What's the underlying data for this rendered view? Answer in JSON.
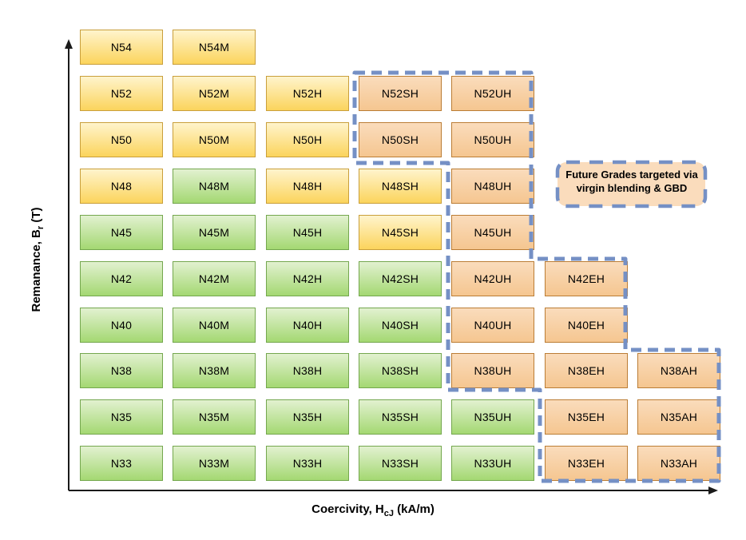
{
  "colors": {
    "yellow_top": "#FFF4CC",
    "yellow_bottom": "#FBD45C",
    "yellow_border": "#C99F3B",
    "green_top": "#E2F1D0",
    "green_bottom": "#A4D872",
    "green_border": "#74A74E",
    "future_top": "#FADCBC",
    "future_bottom": "#F5C690",
    "future_border": "#BB7D35",
    "dash_blue": "#7590C5",
    "axis_black": "#1A1A1A"
  },
  "axes": {
    "x_label_prefix": "Coercivity, H",
    "x_label_sub": "cJ",
    "x_label_suffix": " (kA/m)",
    "y_label_prefix": "Remanance, B",
    "y_label_sub": "r",
    "y_label_suffix": " (T)"
  },
  "annotation": {
    "line1": "Future Grades targeted via",
    "line2": "virgin blending & GBD"
  },
  "grid": {
    "columns": [
      "",
      "M",
      "H",
      "SH",
      "UH",
      "EH",
      "AH"
    ],
    "rows": [
      {
        "grade": "N54",
        "cells": [
          {
            "col": 0,
            "label": "N54",
            "type": "yellow"
          },
          {
            "col": 1,
            "label": "N54M",
            "type": "yellow"
          }
        ]
      },
      {
        "grade": "N52",
        "cells": [
          {
            "col": 0,
            "label": "N52",
            "type": "yellow"
          },
          {
            "col": 1,
            "label": "N52M",
            "type": "yellow"
          },
          {
            "col": 2,
            "label": "N52H",
            "type": "yellow"
          },
          {
            "col": 3,
            "label": "N52SH",
            "type": "future"
          },
          {
            "col": 4,
            "label": "N52UH",
            "type": "future"
          }
        ]
      },
      {
        "grade": "N50",
        "cells": [
          {
            "col": 0,
            "label": "N50",
            "type": "yellow"
          },
          {
            "col": 1,
            "label": "N50M",
            "type": "yellow"
          },
          {
            "col": 2,
            "label": "N50H",
            "type": "yellow"
          },
          {
            "col": 3,
            "label": "N50SH",
            "type": "future"
          },
          {
            "col": 4,
            "label": "N50UH",
            "type": "future"
          }
        ]
      },
      {
        "grade": "N48",
        "cells": [
          {
            "col": 0,
            "label": "N48",
            "type": "yellow"
          },
          {
            "col": 1,
            "label": "N48M",
            "type": "green"
          },
          {
            "col": 2,
            "label": "N48H",
            "type": "yellow"
          },
          {
            "col": 3,
            "label": "N48SH",
            "type": "yellow"
          },
          {
            "col": 4,
            "label": "N48UH",
            "type": "future"
          }
        ]
      },
      {
        "grade": "N45",
        "cells": [
          {
            "col": 0,
            "label": "N45",
            "type": "green"
          },
          {
            "col": 1,
            "label": "N45M",
            "type": "green"
          },
          {
            "col": 2,
            "label": "N45H",
            "type": "green"
          },
          {
            "col": 3,
            "label": "N45SH",
            "type": "yellow"
          },
          {
            "col": 4,
            "label": "N45UH",
            "type": "future"
          }
        ]
      },
      {
        "grade": "N42",
        "cells": [
          {
            "col": 0,
            "label": "N42",
            "type": "green"
          },
          {
            "col": 1,
            "label": "N42M",
            "type": "green"
          },
          {
            "col": 2,
            "label": "N42H",
            "type": "green"
          },
          {
            "col": 3,
            "label": "N42SH",
            "type": "green"
          },
          {
            "col": 4,
            "label": "N42UH",
            "type": "future"
          },
          {
            "col": 5,
            "label": "N42EH",
            "type": "future"
          }
        ]
      },
      {
        "grade": "N40",
        "cells": [
          {
            "col": 0,
            "label": "N40",
            "type": "green"
          },
          {
            "col": 1,
            "label": "N40M",
            "type": "green"
          },
          {
            "col": 2,
            "label": "N40H",
            "type": "green"
          },
          {
            "col": 3,
            "label": "N40SH",
            "type": "green"
          },
          {
            "col": 4,
            "label": "N40UH",
            "type": "future"
          },
          {
            "col": 5,
            "label": "N40EH",
            "type": "future"
          }
        ]
      },
      {
        "grade": "N38",
        "cells": [
          {
            "col": 0,
            "label": "N38",
            "type": "green"
          },
          {
            "col": 1,
            "label": "N38M",
            "type": "green"
          },
          {
            "col": 2,
            "label": "N38H",
            "type": "green"
          },
          {
            "col": 3,
            "label": "N38SH",
            "type": "green"
          },
          {
            "col": 4,
            "label": "N38UH",
            "type": "future"
          },
          {
            "col": 5,
            "label": "N38EH",
            "type": "future"
          },
          {
            "col": 6,
            "label": "N38AH",
            "type": "future"
          }
        ]
      },
      {
        "grade": "N35",
        "cells": [
          {
            "col": 0,
            "label": "N35",
            "type": "green"
          },
          {
            "col": 1,
            "label": "N35M",
            "type": "green"
          },
          {
            "col": 2,
            "label": "N35H",
            "type": "green"
          },
          {
            "col": 3,
            "label": "N35SH",
            "type": "green"
          },
          {
            "col": 4,
            "label": "N35UH",
            "type": "green"
          },
          {
            "col": 5,
            "label": "N35EH",
            "type": "future"
          },
          {
            "col": 6,
            "label": "N35AH",
            "type": "future"
          }
        ]
      },
      {
        "grade": "N33",
        "cells": [
          {
            "col": 0,
            "label": "N33",
            "type": "green"
          },
          {
            "col": 1,
            "label": "N33M",
            "type": "green"
          },
          {
            "col": 2,
            "label": "N33H",
            "type": "green"
          },
          {
            "col": 3,
            "label": "N33SH",
            "type": "green"
          },
          {
            "col": 4,
            "label": "N33UH",
            "type": "green"
          },
          {
            "col": 5,
            "label": "N33EH",
            "type": "future"
          },
          {
            "col": 6,
            "label": "N33AH",
            "type": "future"
          }
        ]
      }
    ]
  }
}
